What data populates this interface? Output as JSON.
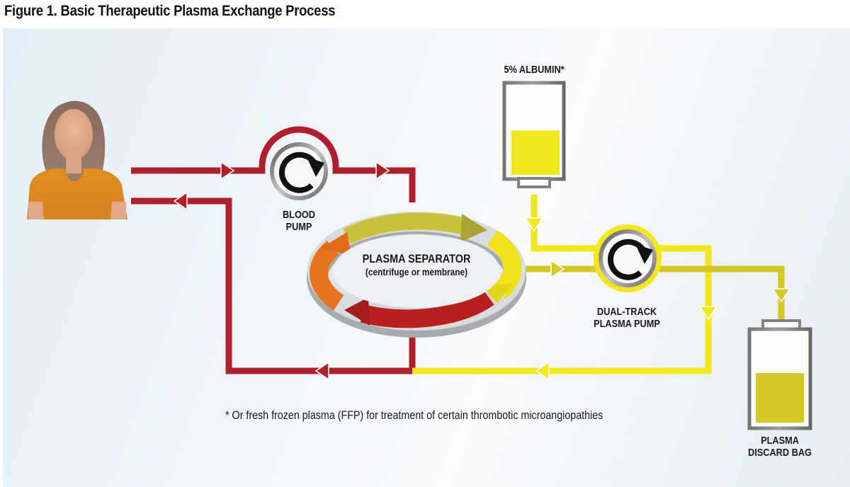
{
  "title": "Figure 1. Basic Therapeutic Plasma Exchange Process",
  "nodes": {
    "patient": {
      "icon": "patient-icon"
    },
    "blood_pump": {
      "label_line1": "BLOOD",
      "label_line2": "PUMP",
      "icon": "rotate-clockwise-icon"
    },
    "plasma_separator": {
      "label": "PLASMA SEPARATOR",
      "sublabel": "(centrifuge or membrane)"
    },
    "albumin": {
      "label": "5% ALBUMIN*",
      "fill_fraction": 0.5
    },
    "plasma_pump": {
      "label_line1": "DUAL-TRACK",
      "label_line2": "PLASMA PUMP",
      "icon": "rotate-clockwise-icon"
    },
    "discard_bag": {
      "label_line1": "PLASMA",
      "label_line2": "DISCARD BAG",
      "fill_fraction": 0.55
    }
  },
  "footnote": "* Or fresh frozen plasma (FFP) for treatment of certain thrombotic microangiopathies",
  "colors": {
    "blood_line": "#b01f2e",
    "plasma_line": "#f2e61c",
    "albumin_fill": "#f2e61c",
    "discard_fill": "#d4c827",
    "separator_orange": "#e8731f",
    "separator_red": "#b82020",
    "separator_yellow": "#efe21a",
    "separator_olive": "#c8c23a"
  }
}
